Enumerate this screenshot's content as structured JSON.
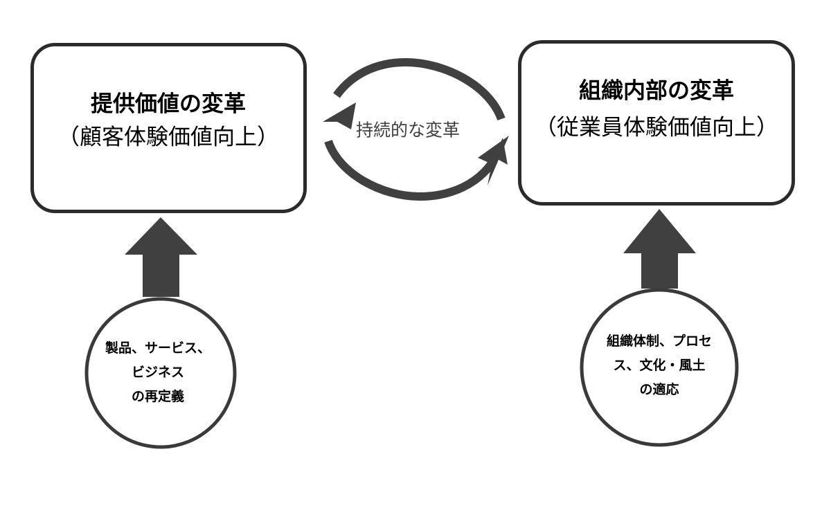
{
  "diagram": {
    "type": "cycle-diagram",
    "background_color": "#ffffff",
    "shape_outline_color": "#2b2b2b",
    "arrow_color": "#404040",
    "cycle_label_color": "#3f3f3f",
    "left_box": {
      "title": "提供価値の変革",
      "subtitle": "（顧客体験価値向上）"
    },
    "right_box": {
      "title": "組織内部の変革",
      "subtitle": "（従業員体験価値向上）"
    },
    "center": {
      "label": "持続的な変革"
    },
    "left_circle": {
      "line1": "製品、サービス、",
      "line2": "ビジネス",
      "line3": "の再定義"
    },
    "right_circle": {
      "line1": "組織体制、プロセ",
      "line2": "ス、文化・風土",
      "line3": "の適応"
    }
  }
}
